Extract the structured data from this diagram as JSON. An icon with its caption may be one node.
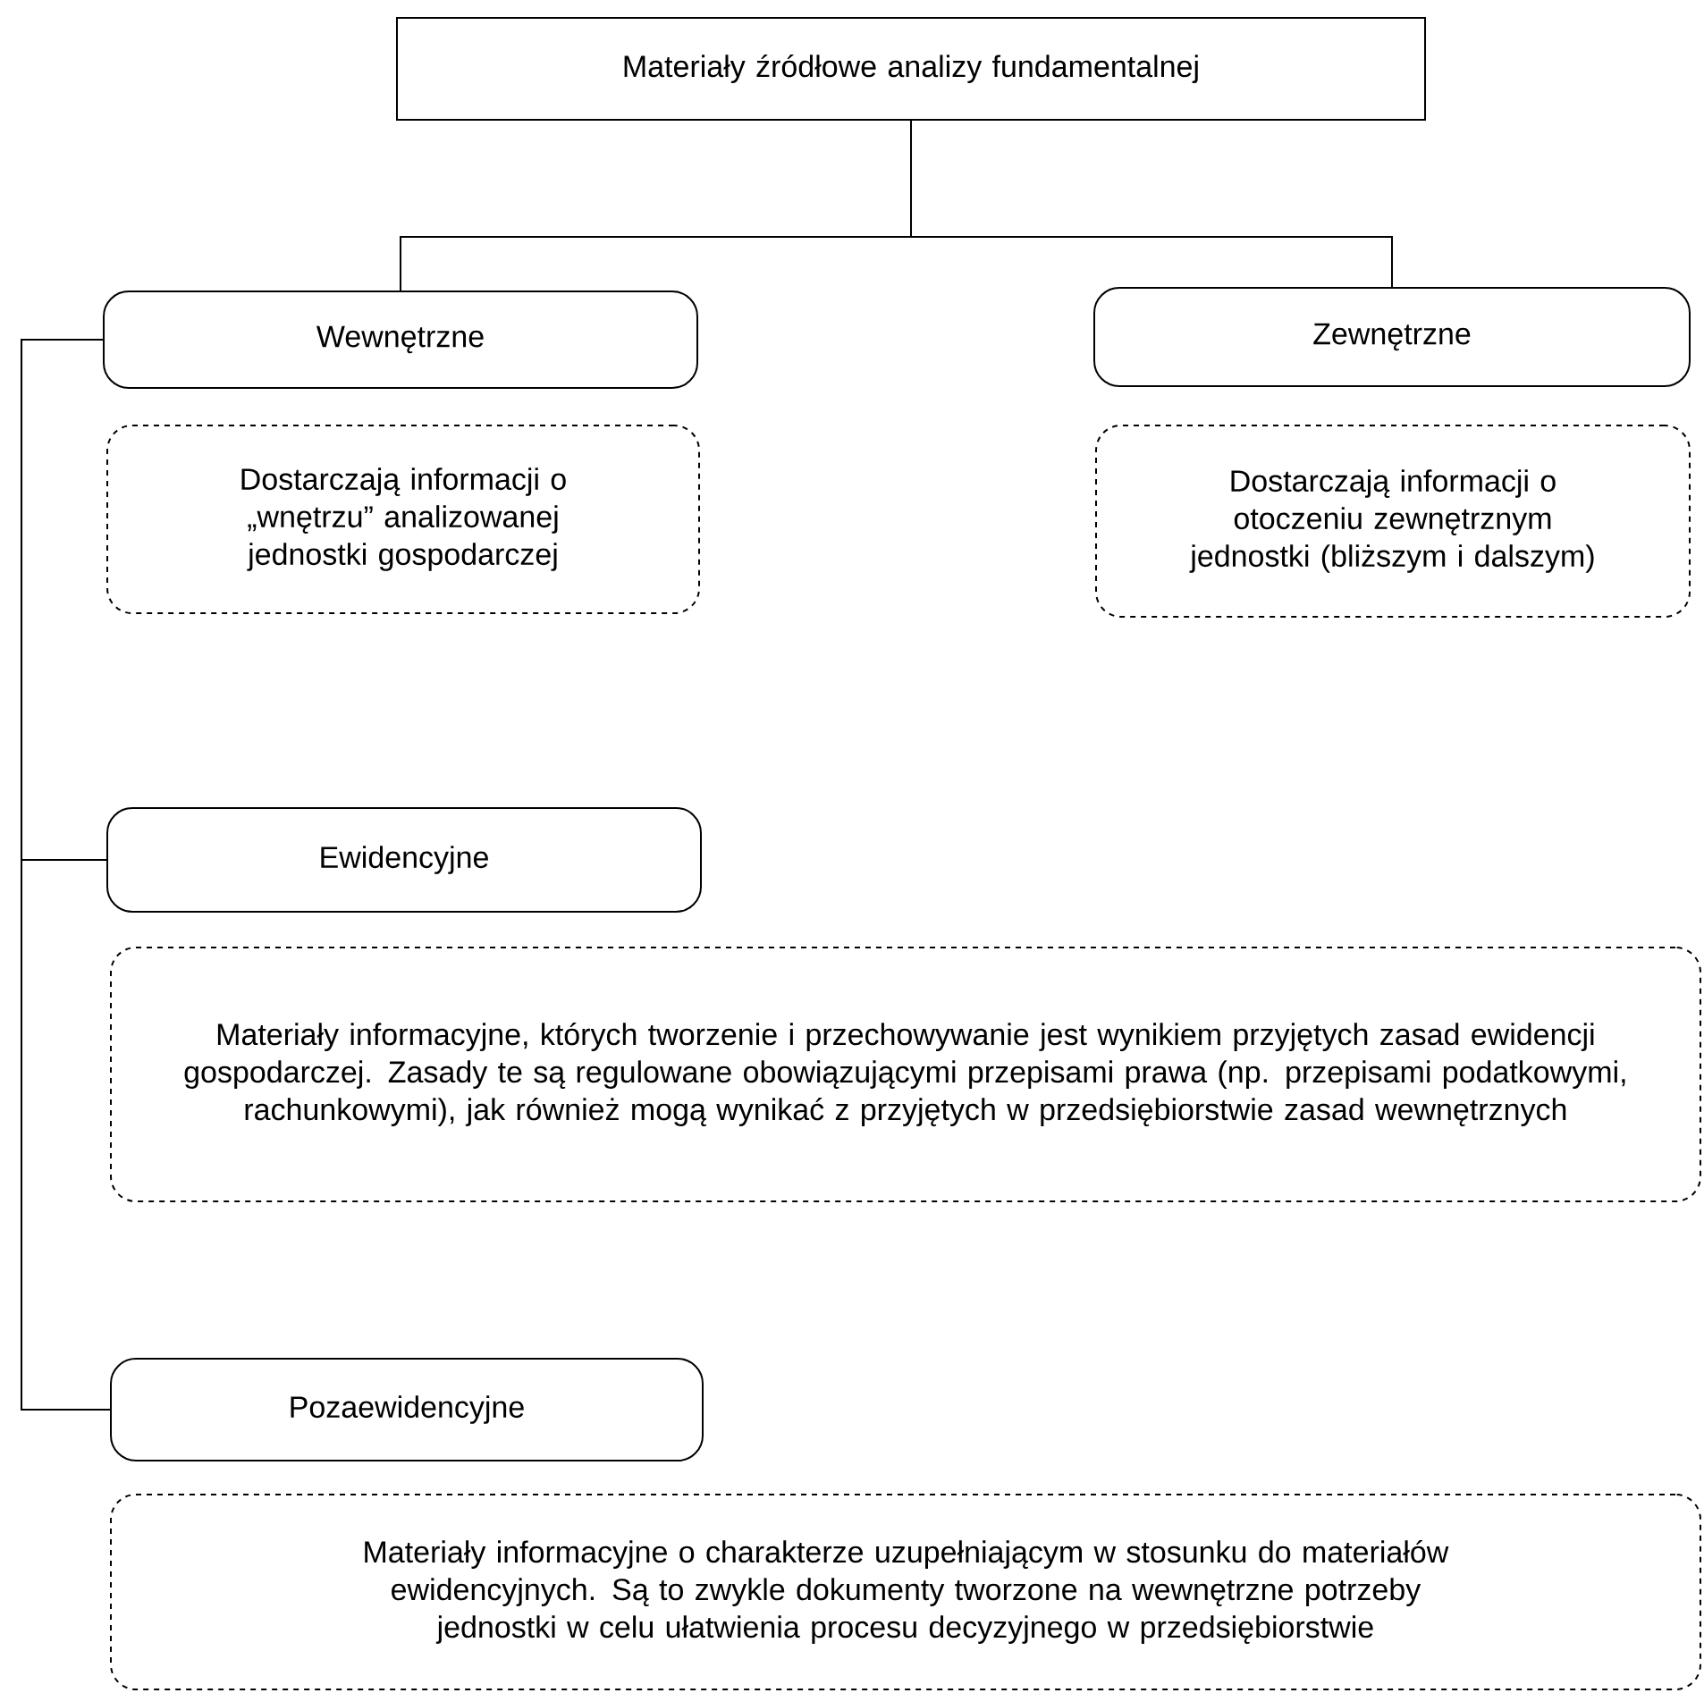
{
  "diagram": {
    "nodes": [
      {
        "text": [
          "Materiały źródłowe analizy fundamentalnej"
        ]
      },
      {
        "text": [
          "Wewnętrzne"
        ]
      },
      {
        "text": [
          "Zewnętrzne"
        ]
      },
      {
        "text": [
          "Dostarczają informacji o „wnętrzu” analizowanej jednostki gospodarczej"
        ]
      },
      {
        "text": [
          "Dostarczają informacji o otoczeniu zewnętrznym jednostki (bliższym i dalszym)"
        ]
      },
      {
        "text": [
          "Ewidencyjne"
        ]
      },
      {
        "text": [
          "Materiały informacyjne, których tworzenie i przechowywanie jest wynikiem przyjętych zasad ewidencji gospodarczej. Zasady te są regulowane obowiązującymi przepisami prawa (np. przepisami podatkowymi, rachunkowymi), jak również mogą wynikać z przyjętych w przedsiębiorstwie zasad wewnętrznych"
        ]
      },
      {
        "text": [
          "Pozaewidencyjne"
        ]
      },
      {
        "text": [
          "Materiały informacyjne o charakterze uzupełniającym w stosunku do materiałów ewidencyjnych. Są to zwykle dokumenty tworzone na wewnętrzne potrzeby jednostki w celu ułatwienia procesu decyzyjnego w przedsiębiorstwie"
        ]
      }
    ],
    "edges": [
      {
        "from": 0,
        "to": 1,
        "arrow": "none"
      },
      {
        "from": 0,
        "to": 2,
        "arrow": "none"
      },
      {
        "from": 1,
        "to": 5,
        "arrow": "none"
      },
      {
        "from": 1,
        "to": 7,
        "arrow": "none"
      }
    ]
  }
}
